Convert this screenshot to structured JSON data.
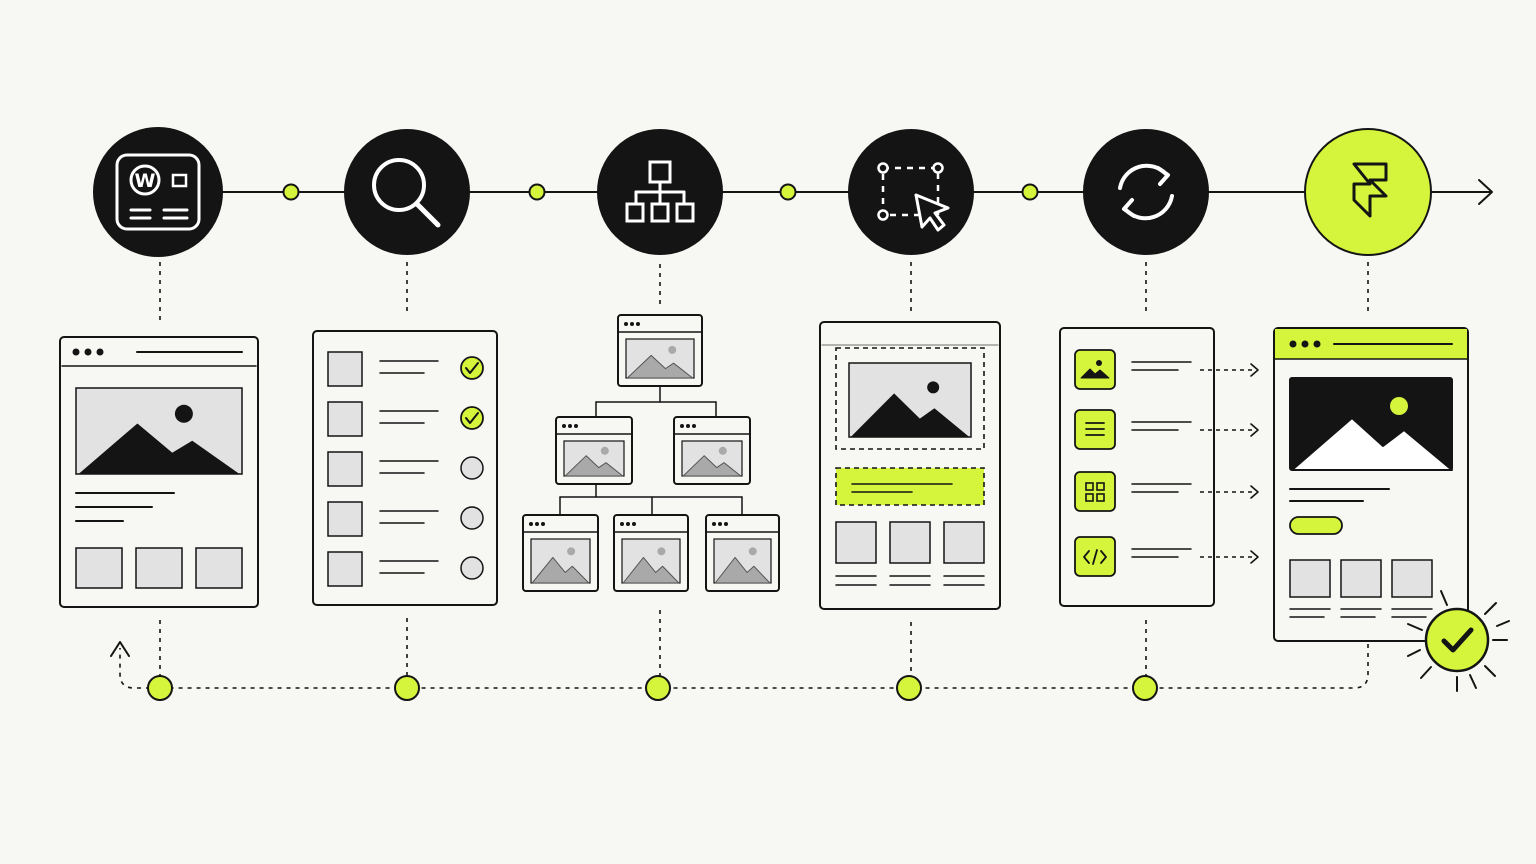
{
  "diagram": {
    "steps": [
      {
        "id": "wordpress",
        "icon": "wordpress-site-icon",
        "variant": "dark",
        "panel": "website-mockup"
      },
      {
        "id": "audit",
        "icon": "search-icon",
        "variant": "dark",
        "panel": "content-checklist"
      },
      {
        "id": "sitemap",
        "icon": "sitemap-icon",
        "variant": "dark",
        "panel": "page-hierarchy"
      },
      {
        "id": "design",
        "icon": "select-cursor-icon",
        "variant": "dark",
        "panel": "selected-layout"
      },
      {
        "id": "migrate",
        "icon": "sync-icon",
        "variant": "dark",
        "panel": "component-mapping"
      },
      {
        "id": "framer",
        "icon": "framer-logo-icon",
        "variant": "accent",
        "panel": "finished-site"
      }
    ],
    "checklist_states": [
      "checked",
      "checked",
      "unchecked",
      "unchecked",
      "unchecked"
    ],
    "component_icons": [
      "image-icon",
      "text-icon",
      "grid-icon",
      "code-icon"
    ],
    "completion_icon": "checkmark-icon",
    "colors": {
      "accent": "#d4f53c",
      "dark": "#141414",
      "background": "#f7f7f3",
      "placeholder": "#e2e2e2",
      "placeholder_dark": "#a9a9a9"
    }
  }
}
